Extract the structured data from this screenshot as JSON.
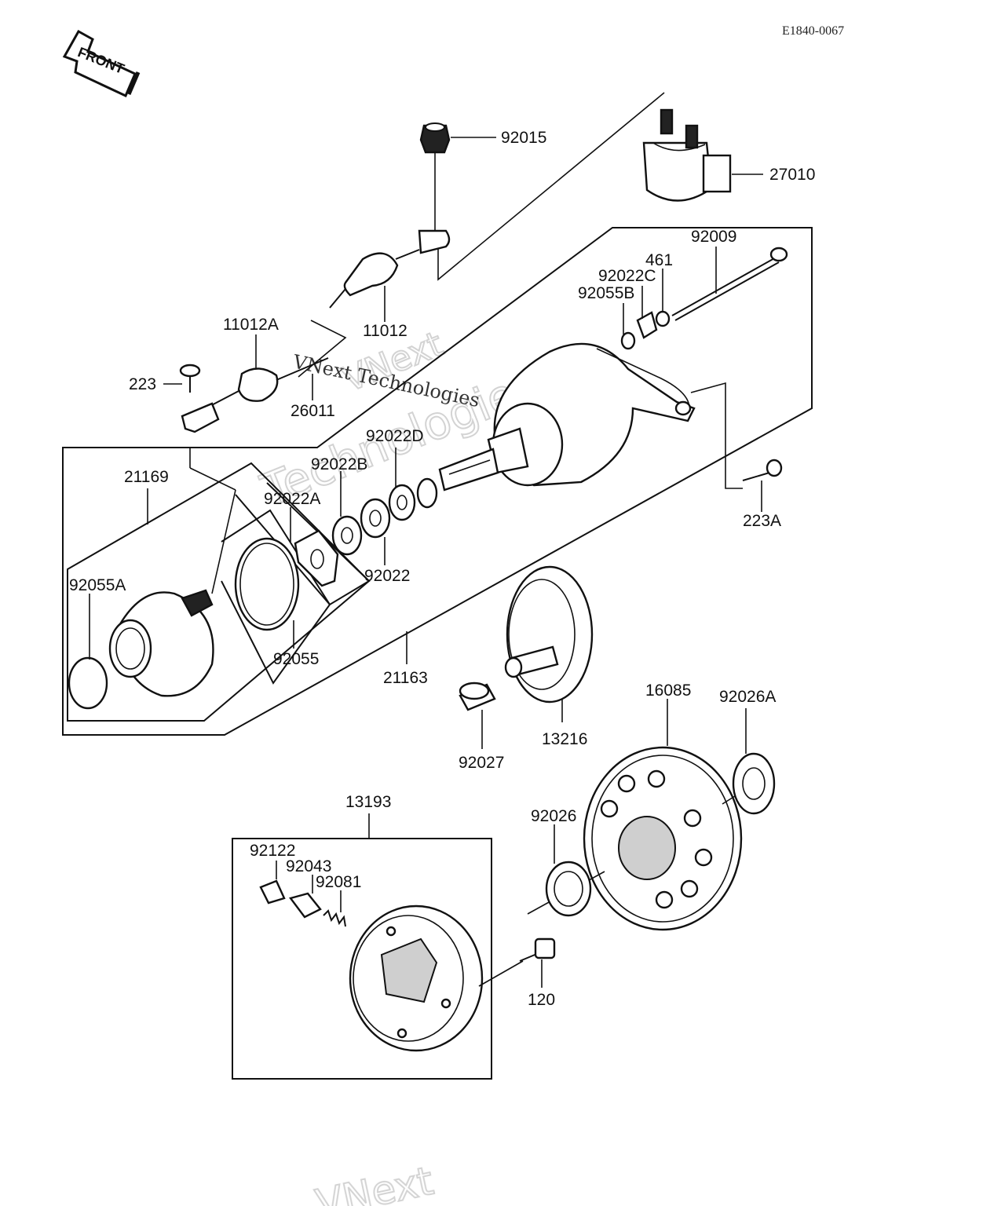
{
  "doc_code": "E1840-0067",
  "front_arrow": "FRONT",
  "watermark": [
    "VNext Technologies",
    "VNext",
    "Technologies"
  ],
  "callouts": {
    "p92015": "92015",
    "p27010": "27010",
    "p92009": "92009",
    "p461": "461",
    "p92022C": "92022C",
    "p92055B": "92055B",
    "p11012": "11012",
    "p11012A": "11012A",
    "p223": "223",
    "p26011": "26011",
    "p21169": "21169",
    "p92022D": "92022D",
    "p92022B": "92022B",
    "p92022A": "92022A",
    "p92022": "92022",
    "p223A": "223A",
    "p92055A": "92055A",
    "p92055": "92055",
    "p21163": "21163",
    "p13216": "13216",
    "p92027": "92027",
    "p16085": "16085",
    "p92026A": "92026A",
    "p92026": "92026",
    "p13193": "13193",
    "p92122": "92122",
    "p92043": "92043",
    "p92081": "92081",
    "p120": "120"
  }
}
